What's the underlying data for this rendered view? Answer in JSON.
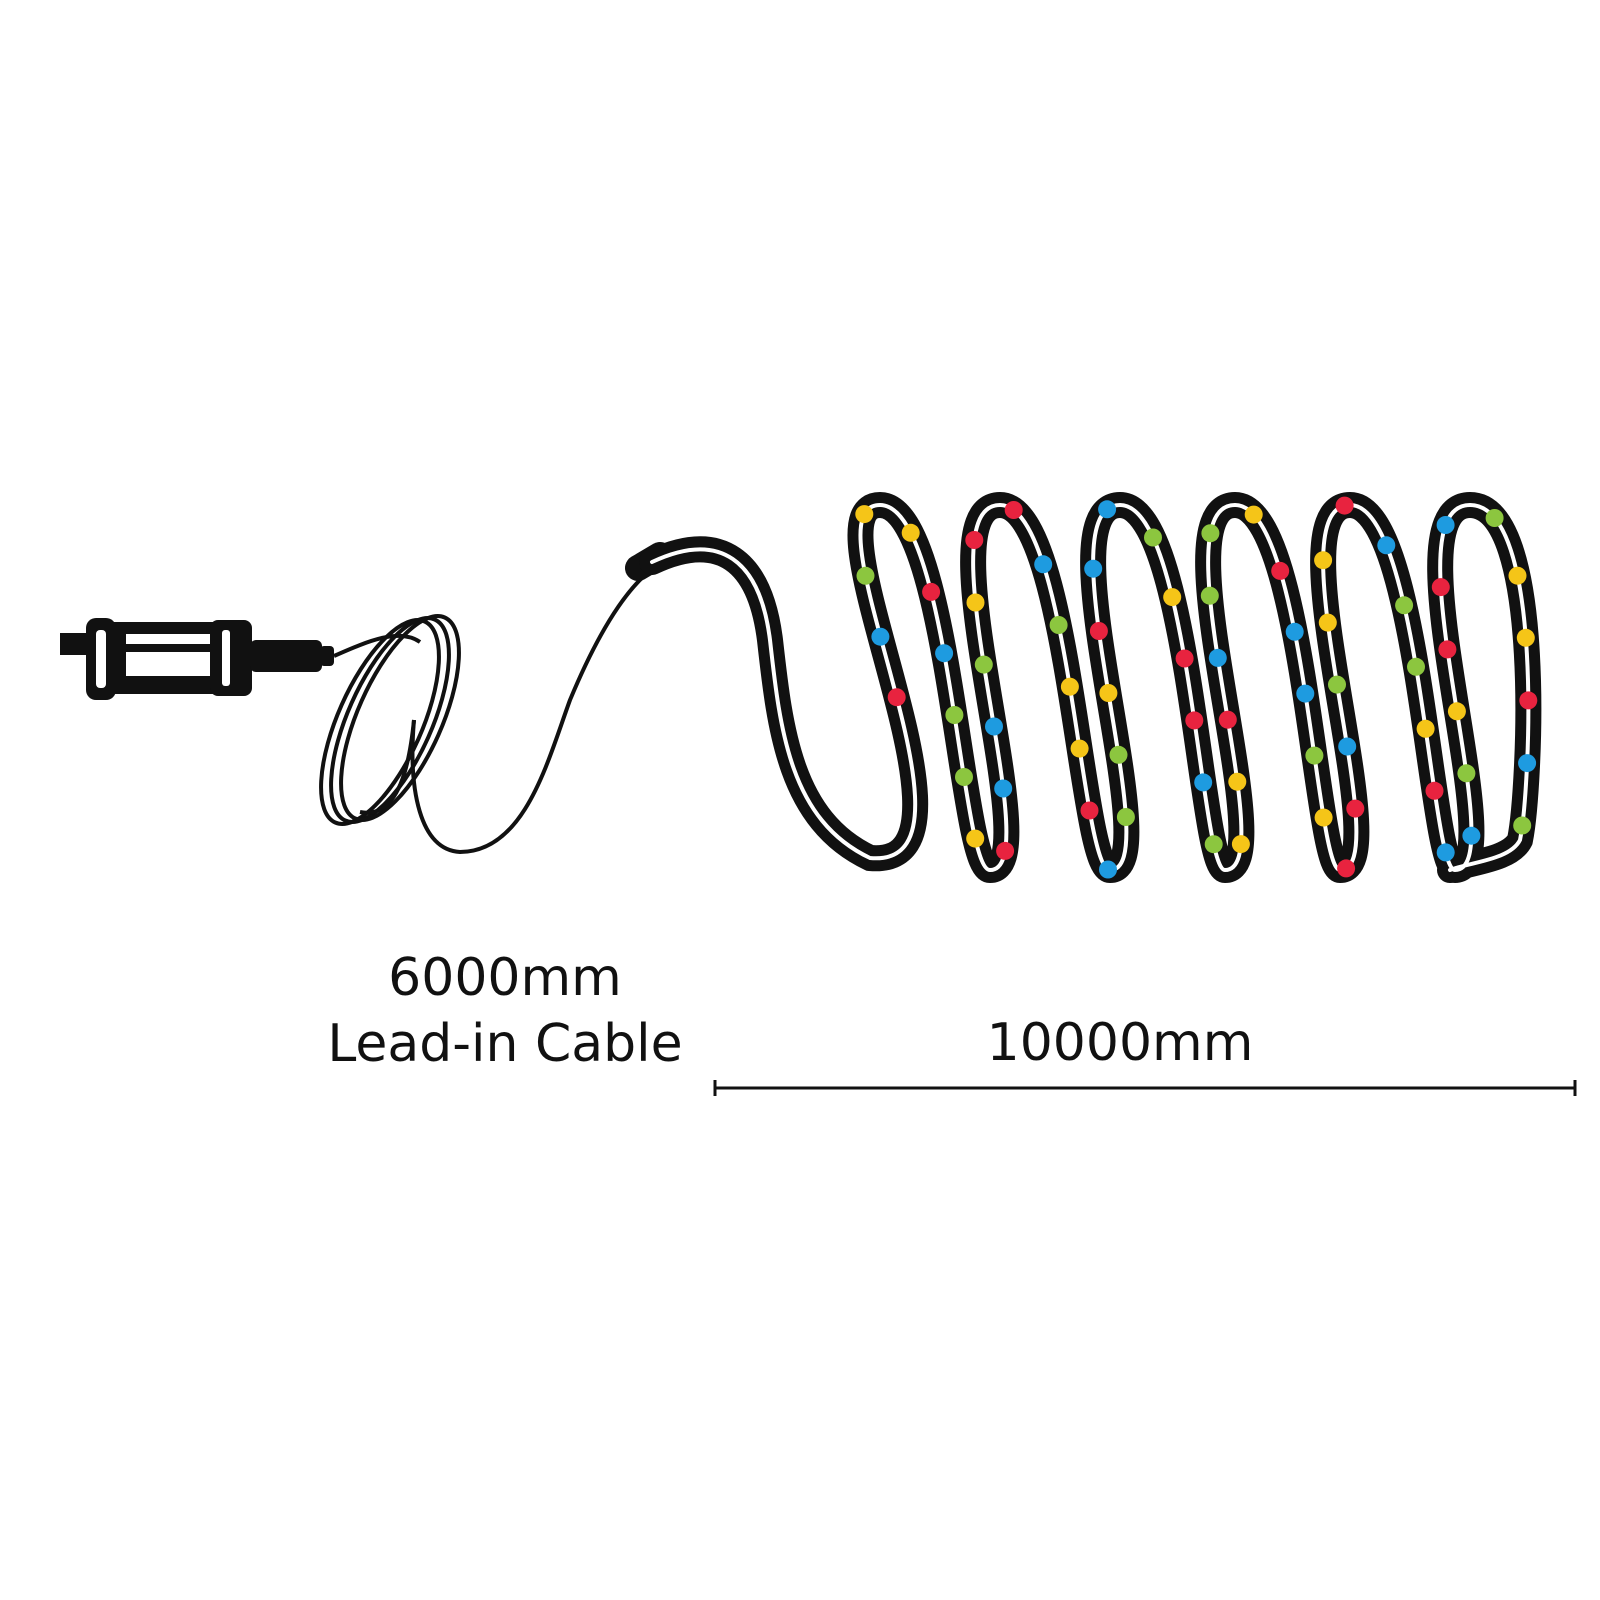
{
  "lead_in": {
    "length": "6000mm",
    "label": "Lead-in Cable"
  },
  "light_string": {
    "length": "10000mm"
  },
  "colors": {
    "cable": "#111111",
    "highlight": "#ffffff",
    "bulbs": [
      "#e8233f",
      "#f5c518",
      "#8cc63f",
      "#1e9be0"
    ]
  }
}
